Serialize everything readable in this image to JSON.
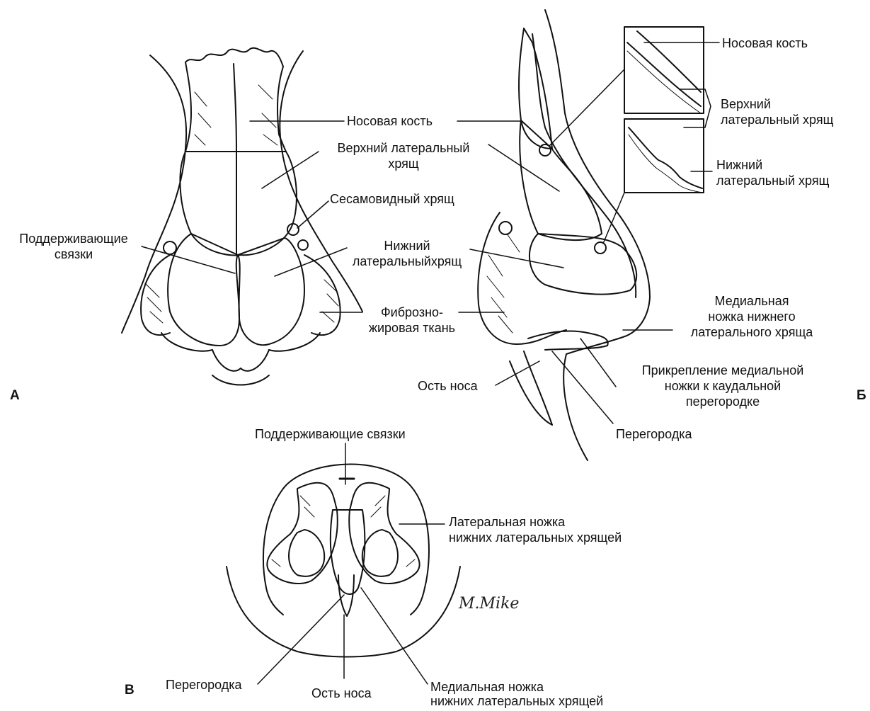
{
  "panels": {
    "a": "А",
    "b": "Б",
    "c": "В"
  },
  "labels": {
    "a_nasal_bone": "Носовая кость",
    "a_upper_lateral_1": "Верхний латеральный",
    "a_upper_lateral_2": "хрящ",
    "a_sesamoid": "Сесамовидный хрящ",
    "a_support_lig_1": "Поддерживающие",
    "a_support_lig_2": "связки",
    "a_lower_lateral_1": "Нижний",
    "a_lower_lateral_2": "латеральныйхрящ",
    "a_fibro_1": "Фиброзно-",
    "a_fibro_2": "жировая ткань",
    "b_nasal_bone": "Носовая кость",
    "b_upper_lateral_1": "Верхний",
    "b_upper_lateral_2": "латеральный хрящ",
    "b_lower_lateral_1": "Нижний",
    "b_lower_lateral_2": "латеральный хрящ",
    "b_medial_crus_1": "Медиальная",
    "b_medial_crus_2": "ножка нижнего",
    "b_medial_crus_3": "латерального хряща",
    "b_attachment_1": "Прикрепление медиальной",
    "b_attachment_2": "ножки к каудальной",
    "b_attachment_3": "перегородке",
    "b_spine": "Ость носа",
    "b_septum": "Перегородка",
    "c_support_lig": "Поддерживающие связки",
    "c_lateral_crus_1": "Латеральная ножка",
    "c_lateral_crus_2": "нижних латеральных хрящей",
    "c_septum": "Перегородка",
    "c_spine": "Ость носа",
    "c_medial_crus_1": "Медиальная ножка",
    "c_medial_crus_2": "нижних латеральных хрящей"
  },
  "signature": "M.Mike",
  "colors": {
    "ink": "#111111",
    "paper": "#ffffff",
    "shade": "#555555"
  }
}
